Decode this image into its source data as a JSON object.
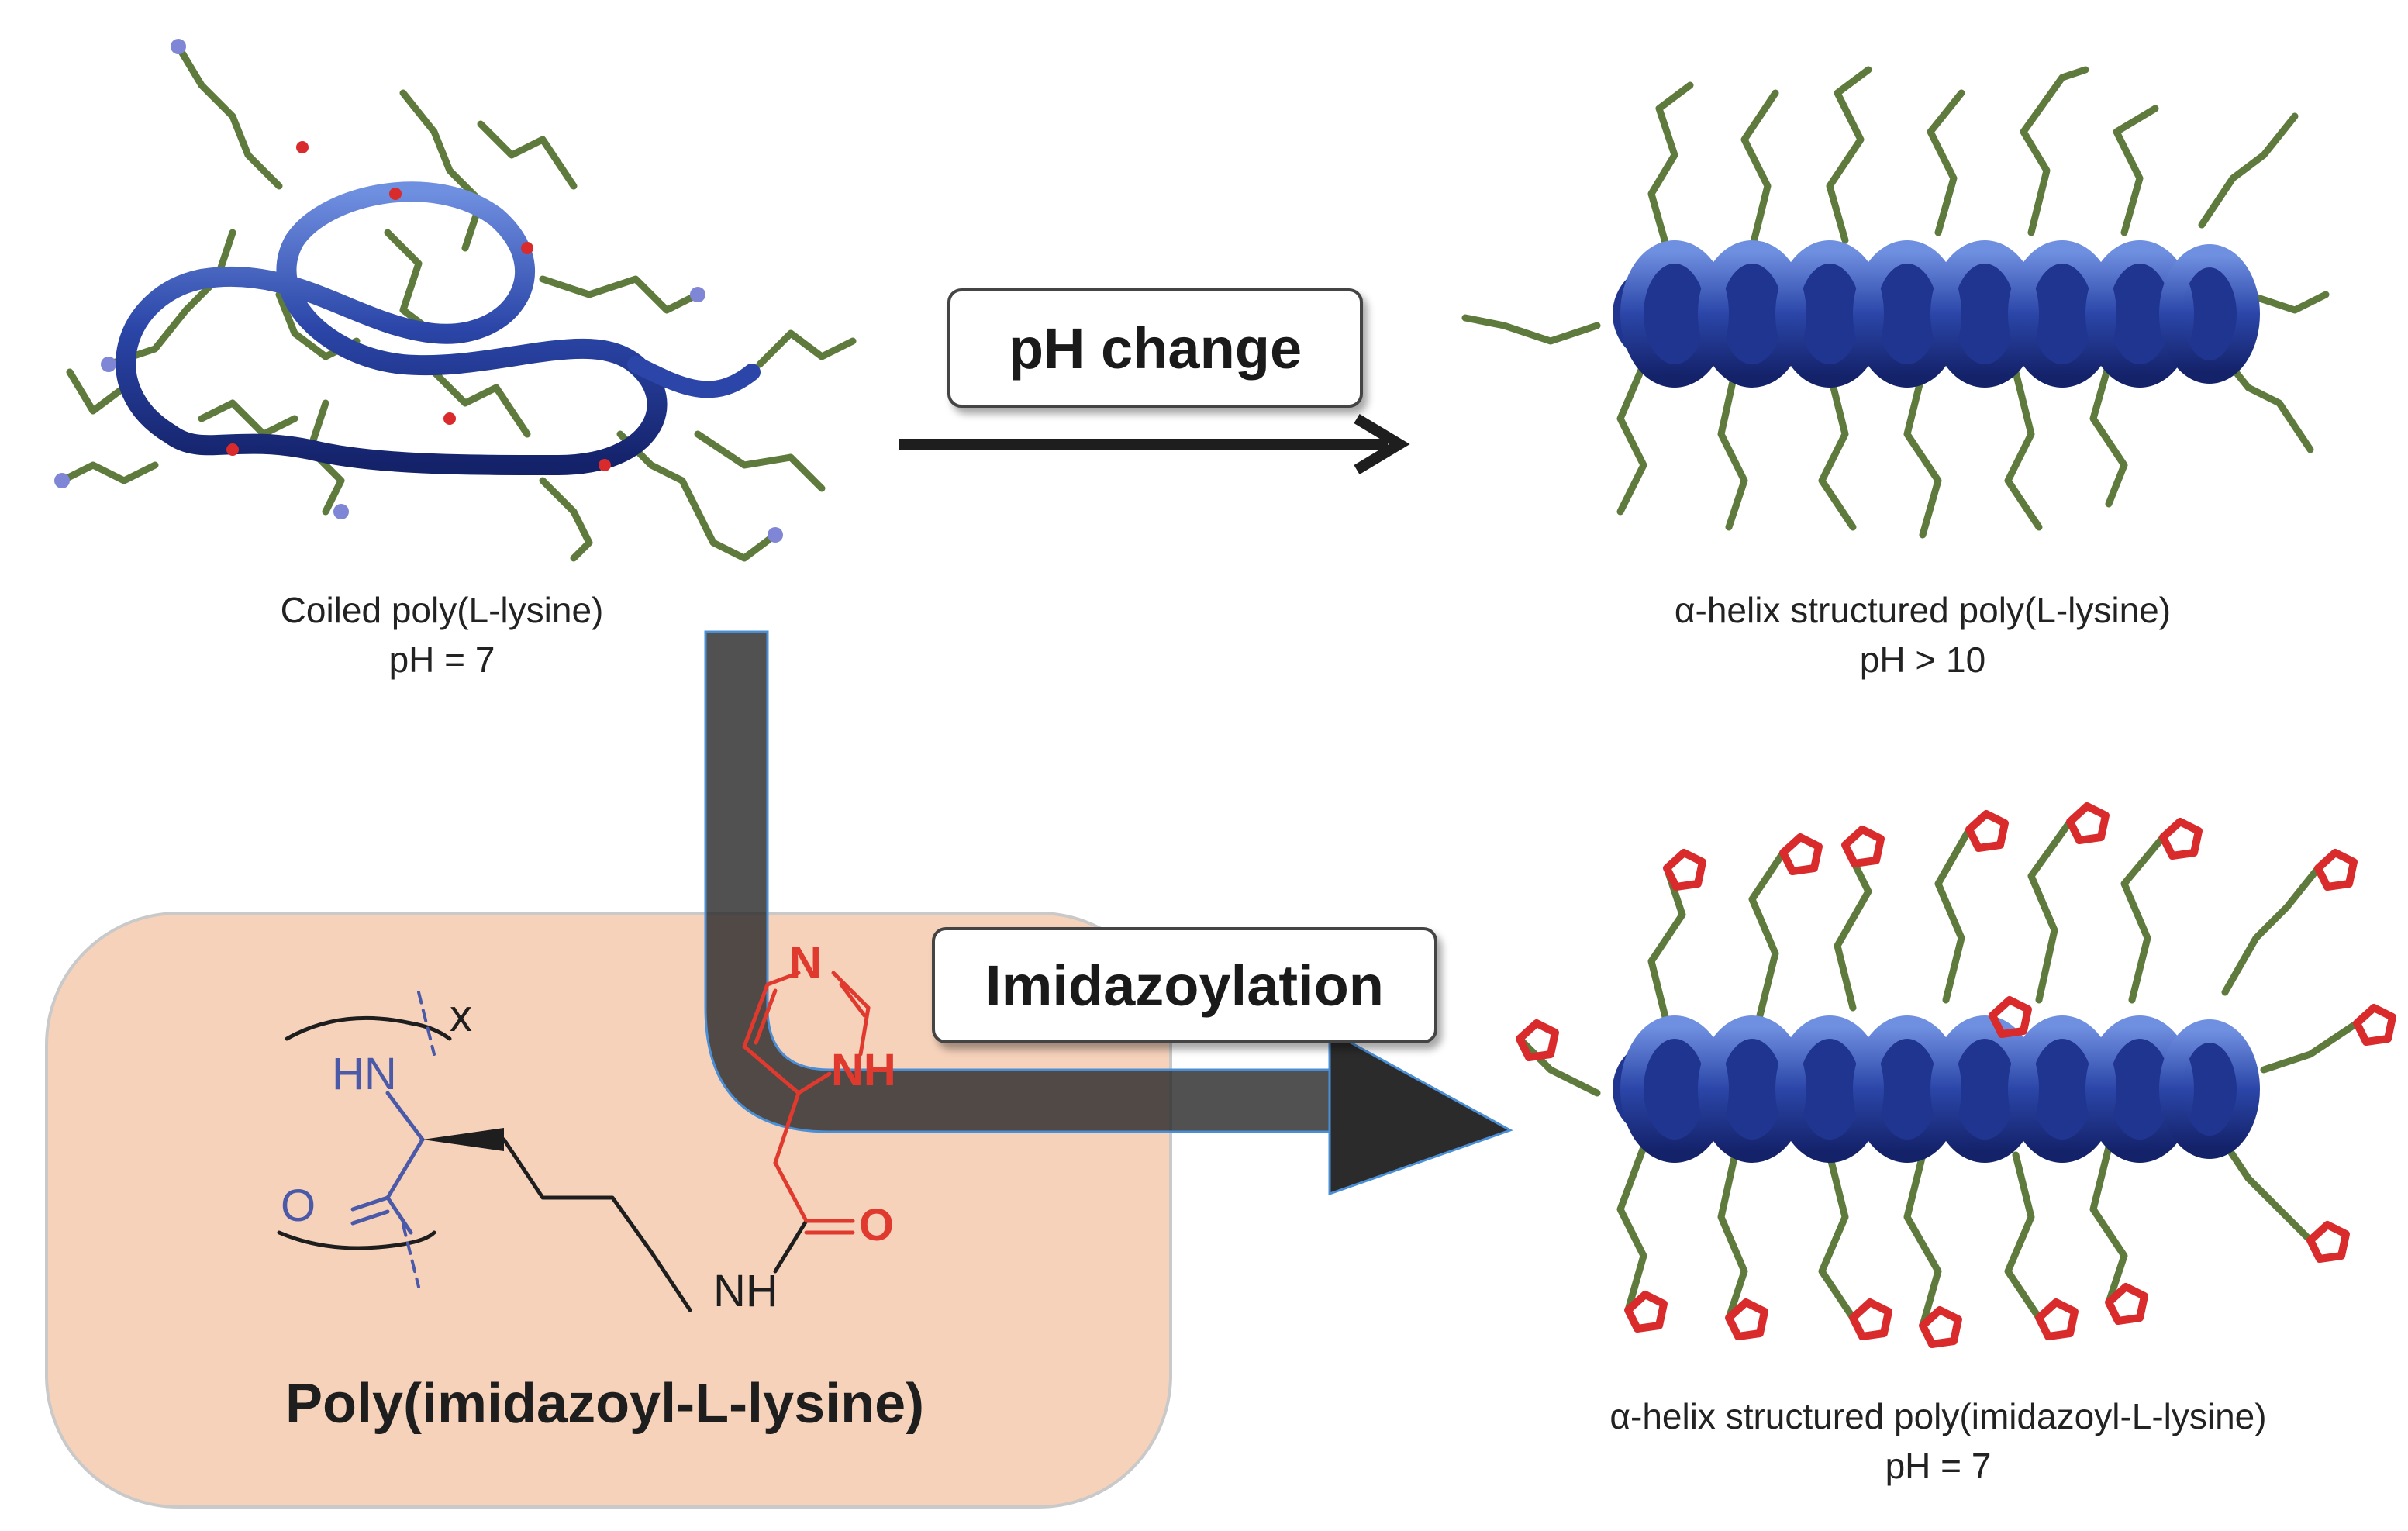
{
  "captions": {
    "coiled": {
      "line1": "Coiled poly(L-lysine)",
      "line2": "pH = 7"
    },
    "helix": {
      "line1": "α-helix structured poly(L-lysine)",
      "line2": "pH > 10"
    },
    "helix_imid": {
      "line1": "α-helix structured poly(imidazoyl-L-lysine)",
      "line2": "pH = 7"
    }
  },
  "steps": {
    "ph_change": "pH change",
    "imidazoylation": "Imidazoylation"
  },
  "product": {
    "title": "Poly(imidazoyl-L-lysine)",
    "atoms": {
      "hn": "HN",
      "o_left": "O",
      "x": "x",
      "n_ring": "N",
      "nh_ring": "NH",
      "o_amide": "O",
      "nh_amide": "NH"
    }
  },
  "colors": {
    "backbone": "#2b46a8",
    "sidechain": "#5e7a3c",
    "imidazole": "#d92b2b",
    "panel": "#f6d2bb",
    "arrow": "#2b2b2b",
    "chem_blue": "#4a5aa8",
    "chem_red": "#e03a2f"
  }
}
